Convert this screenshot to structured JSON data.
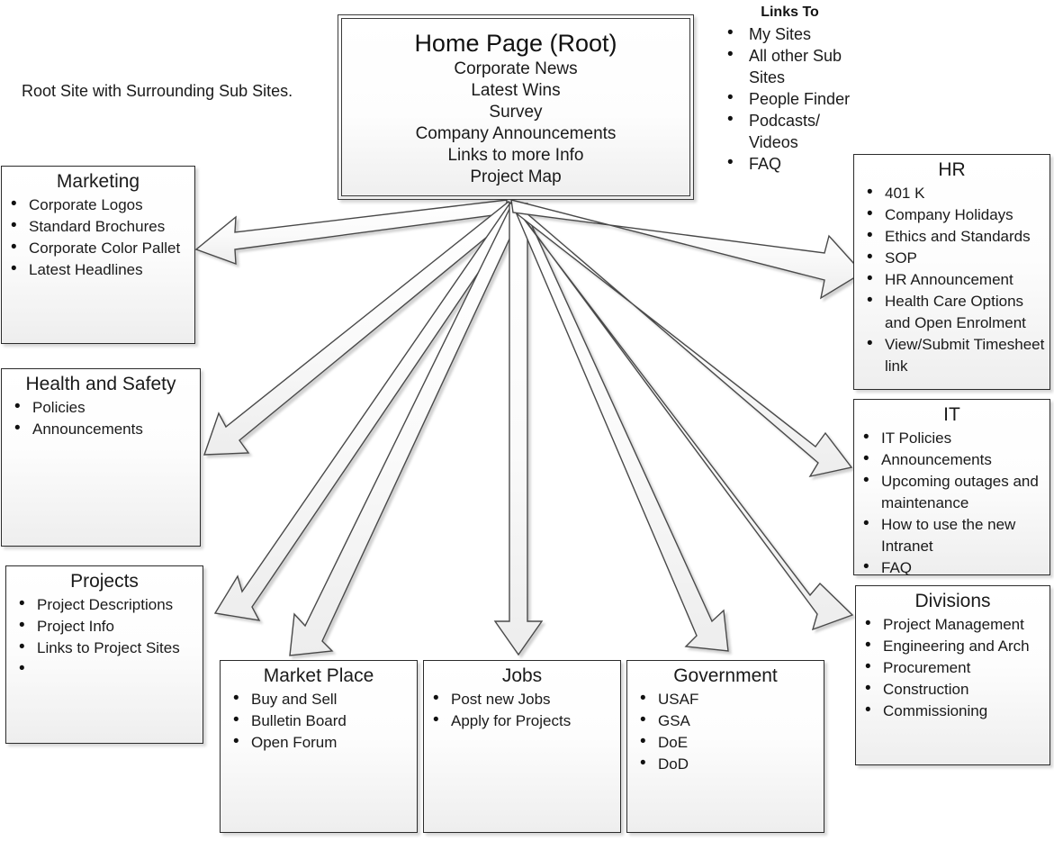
{
  "caption": "Root Site with Surrounding Sub Sites.",
  "root": {
    "title": "Home Page (Root)",
    "lines": [
      "Corporate News",
      "Latest Wins",
      "Survey",
      "Company Announcements",
      "Links to more Info",
      "Project Map"
    ]
  },
  "links_to": {
    "title": "Links To",
    "items": [
      "My Sites",
      "All other Sub Sites",
      "People Finder",
      "Podcasts/ Videos",
      "FAQ"
    ]
  },
  "boxes": {
    "marketing": {
      "title": "Marketing",
      "items": [
        "Corporate Logos",
        "Standard Brochures",
        "Corporate Color Pallet",
        "Latest Headlines"
      ]
    },
    "health_and_safety": {
      "title": "Health and Safety",
      "items": [
        "Policies",
        "Announcements"
      ]
    },
    "projects": {
      "title": "Projects",
      "items": [
        "Project Descriptions",
        "Project Info",
        "Links to Project Sites",
        ""
      ]
    },
    "market_place": {
      "title": "Market Place",
      "items": [
        "Buy and Sell",
        "Bulletin Board",
        "Open Forum"
      ]
    },
    "jobs": {
      "title": "Jobs",
      "items": [
        "Post new Jobs",
        "Apply for Projects"
      ]
    },
    "government": {
      "title": "Government",
      "items": [
        "USAF",
        "GSA",
        "DoE",
        "DoD"
      ]
    },
    "hr": {
      "title": "HR",
      "items": [
        "401 K",
        "Company Holidays",
        "Ethics and Standards",
        "SOP",
        "HR Announcement",
        "Health Care Options and Open Enrolment",
        "View/Submit Timesheet link"
      ]
    },
    "it": {
      "title": "IT",
      "items": [
        "IT Policies",
        "Announcements",
        "Upcoming outages and maintenance",
        "How to use the new Intranet",
        "FAQ"
      ]
    },
    "divisions": {
      "title": "Divisions",
      "items": [
        "Project Management",
        "Engineering and Arch",
        "Procurement",
        "Construction",
        "Commissioning"
      ]
    }
  },
  "colors": {
    "box_border": "#2b2b2b",
    "arrow_stroke": "#4a4a4a",
    "arrow_fill": "#f7f7f7",
    "text": "#1a1a1a"
  }
}
